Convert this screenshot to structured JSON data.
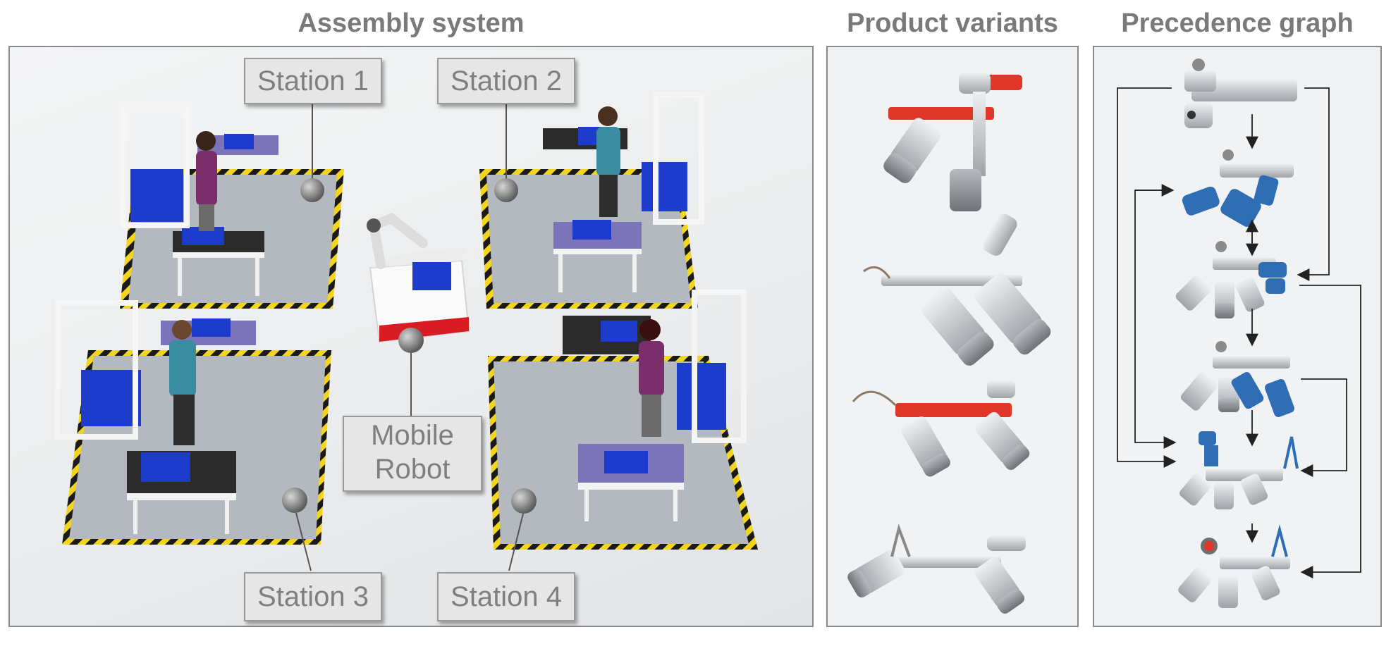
{
  "headings": {
    "assembly": "Assembly system",
    "variants": "Product variants",
    "precedence": "Precedence graph"
  },
  "stations": {
    "s1": "Station 1",
    "s2": "Station 2",
    "s3": "Station 3",
    "s4": "Station 4",
    "robot_line1": "Mobile",
    "robot_line2": "Robot"
  },
  "colors": {
    "heading": "#7a7a7a",
    "floor": "#b4b9bf",
    "hazard_yellow": "#f2d51c",
    "bin_blue": "#1d3ccc",
    "part_red": "#e0372a",
    "part_blue": "#2f6db5",
    "part_silver": "#c9ccd0"
  }
}
